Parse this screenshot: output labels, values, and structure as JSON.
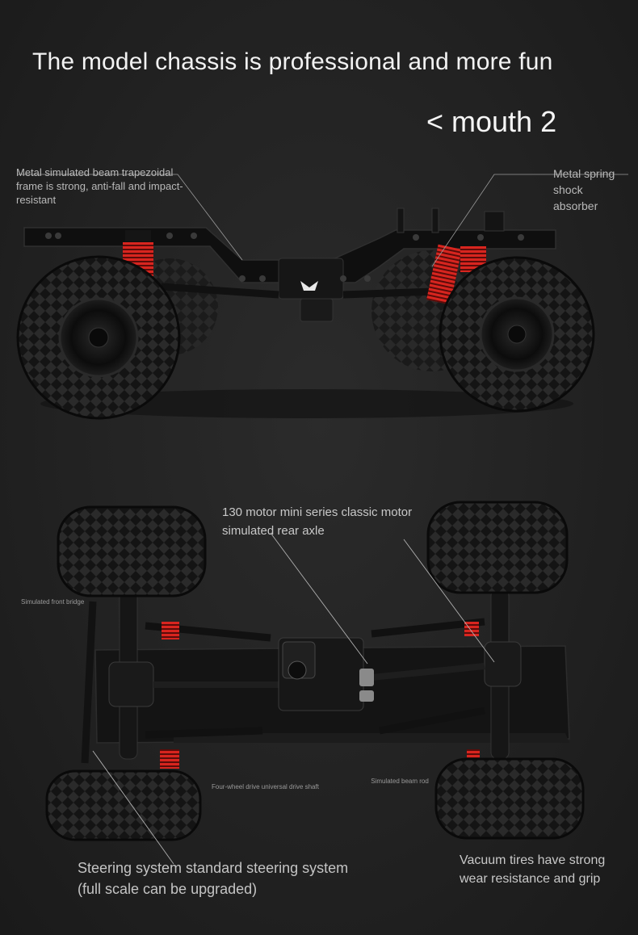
{
  "header": {
    "title": "The model chassis is professional and more fun",
    "subtitle": "< mouth 2"
  },
  "side_view": {
    "callout_left": "Metal simulated beam trapezoidal frame is strong, anti-fall and impact-resistant",
    "callout_right": "Metal spring shock absorber"
  },
  "top_view": {
    "rear_axle": "130 motor mini series classic motor simulated rear axle",
    "front_bridge": "Simulated front bridge",
    "drive_shaft": "Four-wheel drive universal drive shaft",
    "beam_rod": "Simulated beam rod",
    "steering": "Steering system standard steering system (full scale can be upgraded)",
    "tires": "Vacuum tires have strong wear resistance and grip"
  },
  "colors": {
    "background": "#222222",
    "spring": "#d8251f",
    "chassis": "#111111"
  }
}
